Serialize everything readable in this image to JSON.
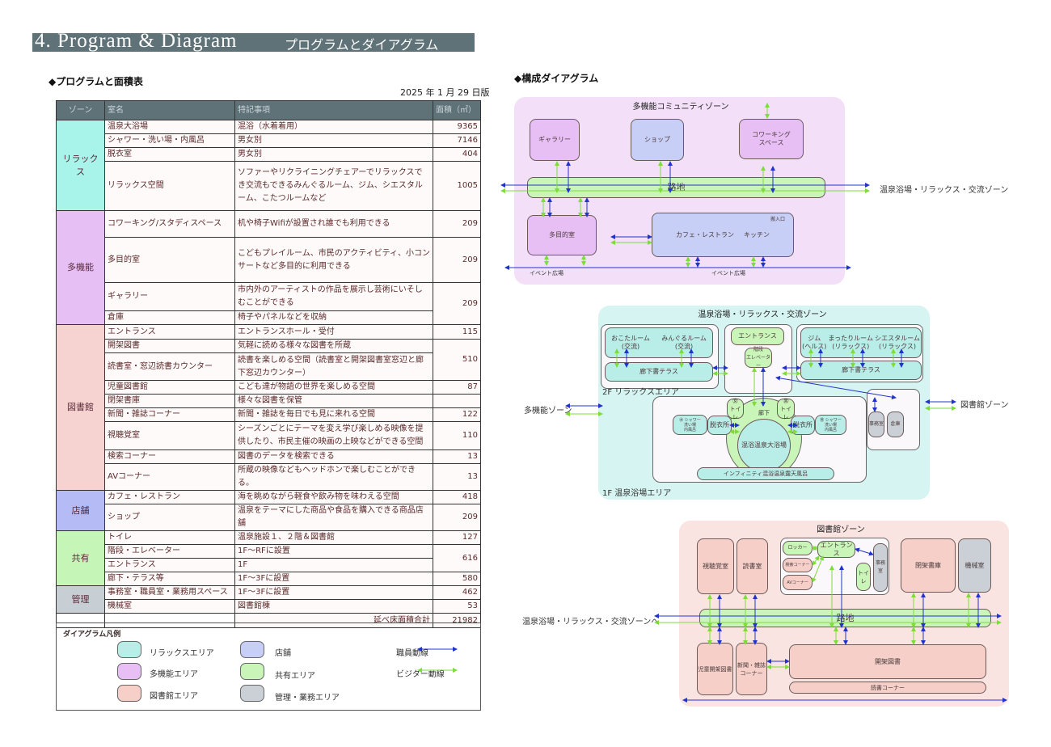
{
  "header": {
    "title_en": "4.  Program  &  Diagram",
    "title_jp": "プログラムとダイアグラム"
  },
  "program": {
    "heading": "◆プログラムと面積表",
    "date": "2025 年 1 月 29 日版",
    "columns": [
      "ゾーン",
      "室名",
      "特記事項",
      "面積（㎡）"
    ],
    "zones": [
      {
        "name": "リラックス",
        "color": "#a8f3ea",
        "rows": [
          {
            "room": "温泉大浴場",
            "note": "混浴（水着着用）",
            "area": "9365"
          },
          {
            "room": "シャワー・洗い場・内風呂",
            "note": "男女別",
            "area": "7146"
          },
          {
            "room": "脱衣室",
            "note": "男女別",
            "area": "404"
          },
          {
            "room": "リラックス空間",
            "note": "ソファーやリクライニングチェアーでリラックスでき交流もできるみんぐるルーム、ジム、シエスタルーム、こたつルームなど",
            "area": "1005"
          }
        ]
      },
      {
        "name": "多機能",
        "color": "#e6bff5",
        "rows": [
          {
            "room": "コワーキング/スタディスペース",
            "note": "机や椅子Wifiが設置され誰でも利用できる",
            "area": "209"
          },
          {
            "room": "多目的室",
            "note": "こどもプレイルーム、市民のアクティビティ、小コンサートなど多目的に利用できる",
            "area": "209"
          },
          {
            "room": "ギャラリー",
            "note": "市内外のアーティストの作品を展示し芸術にいそしむことができる",
            "area": "209"
          },
          {
            "room": "倉庫",
            "note": "椅子やパネルなどを収納",
            "area": null
          }
        ]
      },
      {
        "name": "図書館",
        "color": "#f6d3d0",
        "rows": [
          {
            "room": "エントランス",
            "note": "エントランスホール・受付",
            "area": "115"
          },
          {
            "room": "開架図書",
            "note": "気軽に読める様々な図書を所蔵",
            "area": "510"
          },
          {
            "room": "読書室・窓辺読書カウンター",
            "note": "読書を楽しめる空間（読書室と開架図書室窓辺と廊下窓辺カウンター）",
            "area": null
          },
          {
            "room": "児童図書館",
            "note": "こども達が物語の世界を楽しめる空間",
            "area": "87"
          },
          {
            "room": "閉架書庫",
            "note": "様々な図書を保管",
            "area": ""
          },
          {
            "room": "新聞・雑誌コーナー",
            "note": "新聞・雑誌を毎日でも見に来れる空間",
            "area": "122"
          },
          {
            "room": "視聴覚室",
            "note": "シーズンごとにテーマを変え学び楽しめる映像を提供したり、市民主催の映画の上映などができる空間",
            "area": "110"
          },
          {
            "room": "検索コーナー",
            "note": "図書のデータを検索できる",
            "area": "13"
          },
          {
            "room": "AVコーナー",
            "note": "所蔵の映像などもヘッドホンで楽しむことができる。",
            "area": "13"
          }
        ]
      },
      {
        "name": "店舗",
        "color": "#b5bcf5",
        "rows": [
          {
            "room": "カフェ・レストラン",
            "note": "海を眺めながら軽食や飲み物を味わえる空間",
            "area": "418"
          },
          {
            "room": "ショップ",
            "note": "温泉をテーマにした商品や食品を購入できる商品店舗",
            "area": "209"
          }
        ]
      },
      {
        "name": "共有",
        "color": "#c6f5b8",
        "rows": [
          {
            "room": "トイレ",
            "note": "温泉施設１、２階＆図書館",
            "area": "127"
          },
          {
            "room": "階段・エレベーター",
            "note": "1F～RFに設置",
            "area": "616"
          },
          {
            "room": "エントランス",
            "note": "1F",
            "area": null
          },
          {
            "room": "廊下・テラス等",
            "note": "1F～3Fに設置",
            "area": "580"
          }
        ]
      },
      {
        "name": "管理",
        "color": "#c8cfd4",
        "rows": [
          {
            "room": "事務室・職員室・業務用スペース",
            "note": "1F～3Fに設置",
            "area": "462"
          },
          {
            "room": "機械室",
            "note": "図書館棟",
            "area": "53"
          }
        ]
      }
    ],
    "total_label": "延べ床面積合計",
    "total": "21982"
  },
  "legend": {
    "title": "ダイアグラム凡例",
    "items": [
      {
        "label": "リラックスエリア",
        "color": "#b8ede8"
      },
      {
        "label": "多機能エリア",
        "color": "#e8bff5"
      },
      {
        "label": "図書館エリア",
        "color": "#f5cfc8"
      },
      {
        "label": "店舗",
        "color": "#c8cff7"
      },
      {
        "label": "共有エリア",
        "color": "#c9f5b8"
      },
      {
        "label": "管理・業務エリア",
        "color": "#cbd0d6"
      }
    ],
    "staff_line": "職員動線",
    "visitor_line": "ビジター動線",
    "staff_color": "#2233cc",
    "visitor_color": "#7ddc3a"
  },
  "diagram": {
    "heading": "◆構成ダイアグラム",
    "multi": {
      "title": "多機能コミュニティゾーン",
      "gallery": "ギャラリー",
      "shop": "ショップ",
      "coworking": "コワーキング\nスペース",
      "alley": "路地",
      "multipurpose": "多目的室",
      "cafe": "カフェ・レストラン",
      "kitchen": "キッチン",
      "loading": "搬入口",
      "event1": "イベント広場",
      "event2": "イベント広場",
      "to_right": "温泉浴場・リラックス・交流ゾーン"
    },
    "spa": {
      "title": "温泉浴場・リラックス・交流ゾーン",
      "okota": "おこたルーム\n(交流)",
      "mingle": "みんぐるルーム\n(交流)",
      "terrace_l": "廊下書テラス",
      "entrance": "エントランス",
      "stairs": "階段\nエレベーター",
      "gym": "ジム\n(ヘルス)",
      "mattari": "まったりルーム\n(リラックス)",
      "siesta": "シエスタルーム\n(リラックス)",
      "terrace_r": "廊下書テラス",
      "floor2": "2F リラックスエリア",
      "corridor": "廊下",
      "toilet_f": "㊛\nトイレ",
      "toilet_m": "㊚\nトイレ",
      "dressing_f": "脱衣所",
      "dressing_m": "脱衣所",
      "shower_f": "㊛ シャワー\n洗い場\n内風呂",
      "shower_m": "㊚ シャワー\n洗い場\n内風呂",
      "bath": "混浴温泉大浴場",
      "infinity": "インフィニティ混浴温泉露天風呂",
      "floor1": "1F 温泉浴場エリア",
      "office": "事務室",
      "storage": "倉庫",
      "left_zone": "多機能ゾーン",
      "right_zone": "図書館ゾーン"
    },
    "library": {
      "title": "図書館ゾーン",
      "av_room": "視聴覚室",
      "reading": "読書室",
      "locker": "ロッカー",
      "search": "検索コーナー",
      "av_corner": "AVコーナー",
      "entrance": "エントランス",
      "toilet": "トイレ",
      "office": "事務室",
      "closed_stack": "閉架書庫",
      "machine": "機械室",
      "alley": "路地",
      "children": "児童開架図書",
      "news": "新聞・雑誌\nコーナー",
      "open_stack": "開架図書",
      "reading_corner": "読書コーナー",
      "to_left": "温泉浴場・リラックス・交流ゾーンへ"
    }
  }
}
